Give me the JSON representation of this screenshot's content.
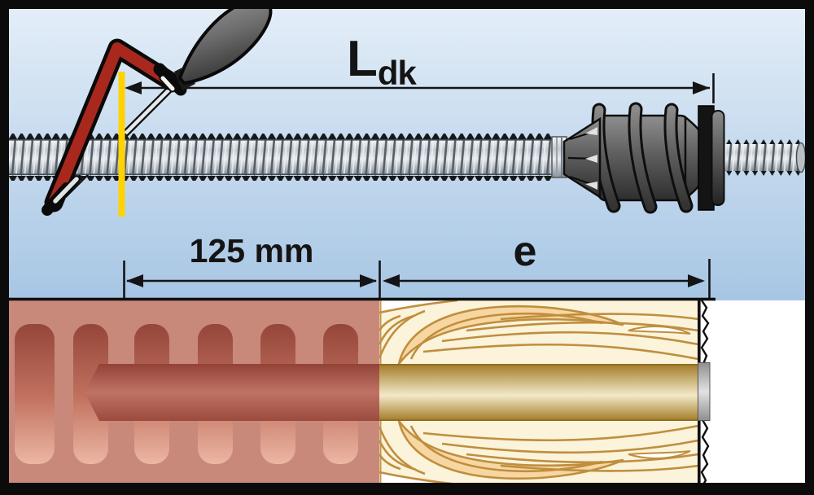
{
  "diagram": {
    "description": "Installation illustration: threaded rod cut to length with hacksaw, injection anchor sleeve, and cross-section of perforated brick and wood showing embedment depths",
    "labels": {
      "cut_length_symbol": "L",
      "cut_length_subscript": "dk",
      "embedment_depth": "125 mm",
      "edge_distance": "e"
    },
    "colors": {
      "sky_top": "#e4eef8",
      "sky_bottom": "#a7c6e4",
      "marker_yellow": "#ffd200",
      "saw_red": "#a8281e",
      "brick": "#c8897a",
      "brick_slot_dark": "#95463a",
      "wood_cream": "#fbf3da",
      "wood_grain": "#bf8e3e",
      "mortar_red": "#9c4a3e",
      "rod_gold": "#a37a24",
      "anchor_gray": "#5f5f5f",
      "dimension_line": "#141414"
    }
  }
}
